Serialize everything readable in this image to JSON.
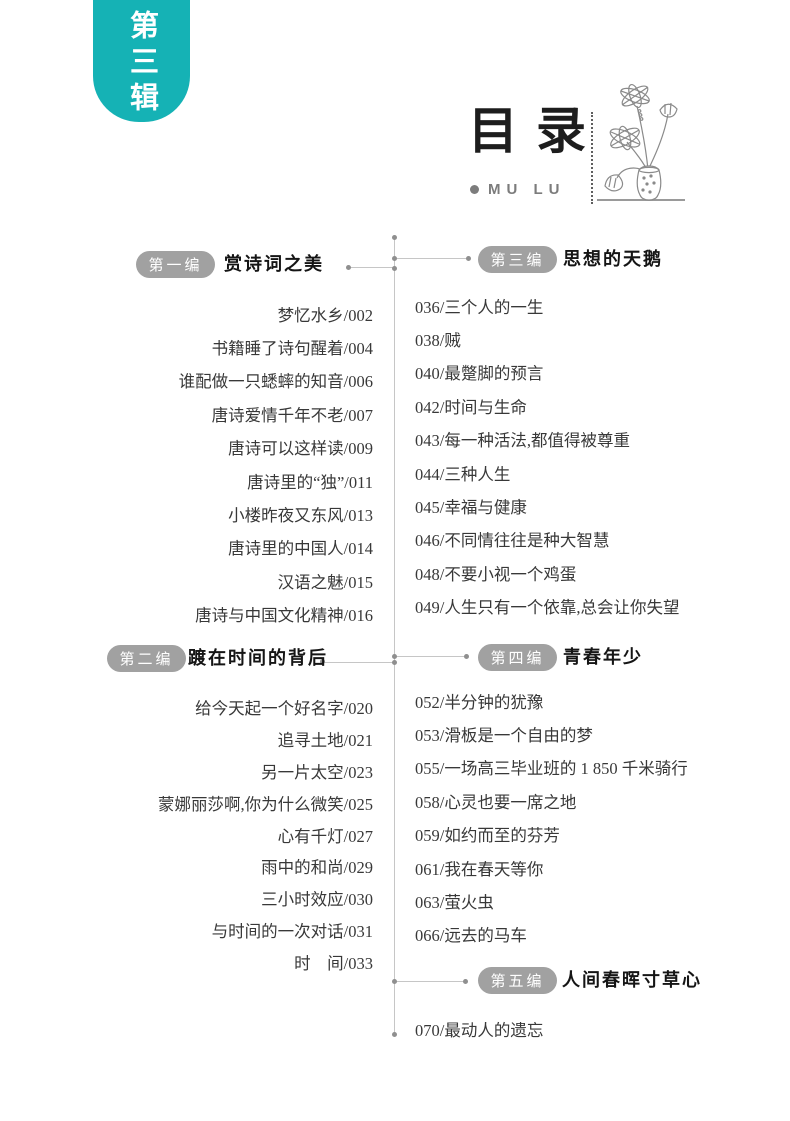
{
  "tab": {
    "label": "第三辑"
  },
  "header": {
    "title": "目录",
    "subtitle": "MU LU"
  },
  "colors": {
    "accent": "#15b2b5",
    "badge": "#a1a1a1"
  },
  "sections": [
    {
      "badge": "第一编",
      "title": "赏诗词之美",
      "side": "left",
      "items": [
        "梦忆水乡/002",
        "书籍睡了诗句醒着/004",
        "谁配做一只蟋蟀的知音/006",
        "唐诗爱情千年不老/007",
        "唐诗可以这样读/009",
        "唐诗里的“独”/011",
        "小楼昨夜又东风/013",
        "唐诗里的中国人/014",
        "汉语之魅/015",
        "唐诗与中国文化精神/016"
      ]
    },
    {
      "badge": "第二编",
      "title": "踱在时间的背后",
      "side": "left",
      "items": [
        "给今天起一个好名字/020",
        "追寻土地/021",
        "另一片太空/023",
        "蒙娜丽莎啊,你为什么微笑/025",
        "心有千灯/027",
        "雨中的和尚/029",
        "三小时效应/030",
        "与时间的一次对话/031",
        "时　间/033"
      ]
    },
    {
      "badge": "第三编",
      "title": "思想的天鹅",
      "side": "right",
      "items": [
        "036/三个人的一生",
        "038/贼",
        "040/最蹩脚的预言",
        "042/时间与生命",
        "043/每一种活法,都值得被尊重",
        "044/三种人生",
        "045/幸福与健康",
        "046/不同情往往是种大智慧",
        "048/不要小视一个鸡蛋",
        "049/人生只有一个依靠,总会让你失望"
      ]
    },
    {
      "badge": "第四编",
      "title": "青春年少",
      "side": "right",
      "items": [
        "052/半分钟的犹豫",
        "053/滑板是一个自由的梦",
        "055/一场高三毕业班的 1 850 千米骑行",
        "058/心灵也要一席之地",
        "059/如约而至的芬芳",
        "061/我在春天等你",
        "063/萤火虫",
        "066/远去的马车"
      ]
    },
    {
      "badge": "第五编",
      "title": "人间春晖寸草心",
      "side": "right",
      "items": [
        "070/最动人的遗忘"
      ]
    }
  ]
}
